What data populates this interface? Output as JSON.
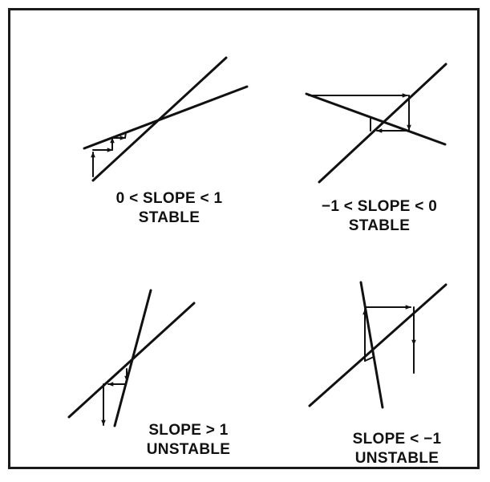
{
  "panels": [
    {
      "id": "slope-0-1",
      "condition": "0 < SLOPE < 1",
      "stability": "STABLE"
    },
    {
      "id": "slope-neg1-0",
      "condition": "−1 < SLOPE < 0",
      "stability": "STABLE"
    },
    {
      "id": "slope-gt-1",
      "condition": "SLOPE > 1",
      "stability": "UNSTABLE"
    },
    {
      "id": "slope-lt-neg1",
      "condition": "SLOPE < −1",
      "stability": "UNSTABLE"
    }
  ],
  "colors": {
    "ink": "#111111",
    "background": "#ffffff"
  }
}
